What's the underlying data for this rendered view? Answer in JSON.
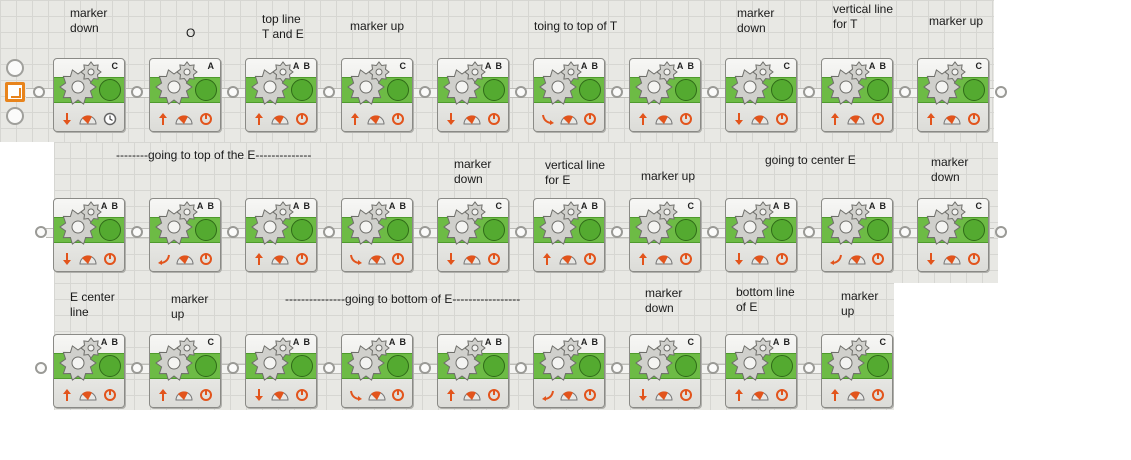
{
  "rows": [
    {
      "labels": [
        "marker\ndown",
        "O",
        "top line\nT and E",
        "marker up",
        "toing to top of T",
        "marker\ndown",
        "vertical line\nfor T",
        "marker up"
      ],
      "blocks": [
        {
          "port": "C",
          "icons": [
            "arrow-down-icon",
            "power-icon",
            "timer-icon"
          ]
        },
        {
          "port": "A",
          "icons": [
            "arrow-up-icon",
            "power-icon",
            "rotation-icon"
          ]
        },
        {
          "port": "A B",
          "icons": [
            "arrow-up-icon",
            "power-icon",
            "rotation-icon"
          ]
        },
        {
          "port": "C",
          "icons": [
            "arrow-up-icon",
            "power-icon",
            "rotation-icon"
          ]
        },
        {
          "port": "A B",
          "icons": [
            "arrow-down-icon",
            "power-icon",
            "rotation-icon"
          ]
        },
        {
          "port": "A B",
          "icons": [
            "turn-right-icon",
            "power-icon",
            "rotation-icon"
          ]
        },
        {
          "port": "A B",
          "icons": [
            "arrow-up-icon",
            "power-icon",
            "rotation-icon"
          ]
        },
        {
          "port": "C",
          "icons": [
            "arrow-down-icon",
            "power-icon",
            "rotation-icon"
          ]
        },
        {
          "port": "A B",
          "icons": [
            "arrow-up-icon",
            "power-icon",
            "rotation-icon"
          ]
        },
        {
          "port": "C",
          "icons": [
            "arrow-up-icon",
            "power-icon",
            "rotation-icon"
          ]
        }
      ]
    },
    {
      "labels": [
        "--------going to top of the E--------------",
        "marker\ndown",
        "vertical line\nfor E",
        "marker up",
        "going to center E",
        "marker\ndown"
      ],
      "blocks": [
        {
          "port": "A B",
          "icons": [
            "arrow-down-icon",
            "power-icon",
            "rotation-icon"
          ]
        },
        {
          "port": "A B",
          "icons": [
            "turn-left-icon",
            "power-icon",
            "rotation-icon"
          ]
        },
        {
          "port": "A B",
          "icons": [
            "arrow-up-icon",
            "power-icon",
            "rotation-icon"
          ]
        },
        {
          "port": "A B",
          "icons": [
            "turn-right-icon",
            "power-icon",
            "rotation-icon"
          ]
        },
        {
          "port": "C",
          "icons": [
            "arrow-down-icon",
            "power-icon",
            "rotation-icon"
          ]
        },
        {
          "port": "A B",
          "icons": [
            "arrow-up-icon",
            "power-icon",
            "rotation-icon"
          ]
        },
        {
          "port": "C",
          "icons": [
            "arrow-up-icon",
            "power-icon",
            "rotation-icon"
          ]
        },
        {
          "port": "A B",
          "icons": [
            "arrow-down-icon",
            "power-icon",
            "rotation-icon"
          ]
        },
        {
          "port": "A B",
          "icons": [
            "turn-left-icon",
            "power-icon",
            "rotation-icon"
          ]
        },
        {
          "port": "C",
          "icons": [
            "arrow-down-icon",
            "power-icon",
            "rotation-icon"
          ]
        }
      ]
    },
    {
      "labels": [
        "E center\nline",
        "marker\nup",
        "---------------going to bottom of E-----------------",
        "marker\ndown",
        "bottom line\nof E",
        "marker\nup"
      ],
      "blocks": [
        {
          "port": "A B",
          "icons": [
            "arrow-up-icon",
            "power-icon",
            "rotation-icon"
          ]
        },
        {
          "port": "C",
          "icons": [
            "arrow-up-icon",
            "power-icon",
            "rotation-icon"
          ]
        },
        {
          "port": "A B",
          "icons": [
            "arrow-down-icon",
            "power-icon",
            "rotation-icon"
          ]
        },
        {
          "port": "A B",
          "icons": [
            "turn-right-icon",
            "power-icon",
            "rotation-icon"
          ]
        },
        {
          "port": "A B",
          "icons": [
            "arrow-up-icon",
            "power-icon",
            "rotation-icon"
          ]
        },
        {
          "port": "A B",
          "icons": [
            "turn-left-icon",
            "power-icon",
            "rotation-icon"
          ]
        },
        {
          "port": "C",
          "icons": [
            "arrow-down-icon",
            "power-icon",
            "rotation-icon"
          ]
        },
        {
          "port": "A B",
          "icons": [
            "arrow-up-icon",
            "power-icon",
            "rotation-icon"
          ]
        },
        {
          "port": "C",
          "icons": [
            "arrow-up-icon",
            "power-icon",
            "rotation-icon"
          ]
        }
      ]
    }
  ],
  "colors": {
    "motor_band": "#6dbb45",
    "icon_accent": "#e2541c",
    "start_accent": "#e8841c"
  }
}
